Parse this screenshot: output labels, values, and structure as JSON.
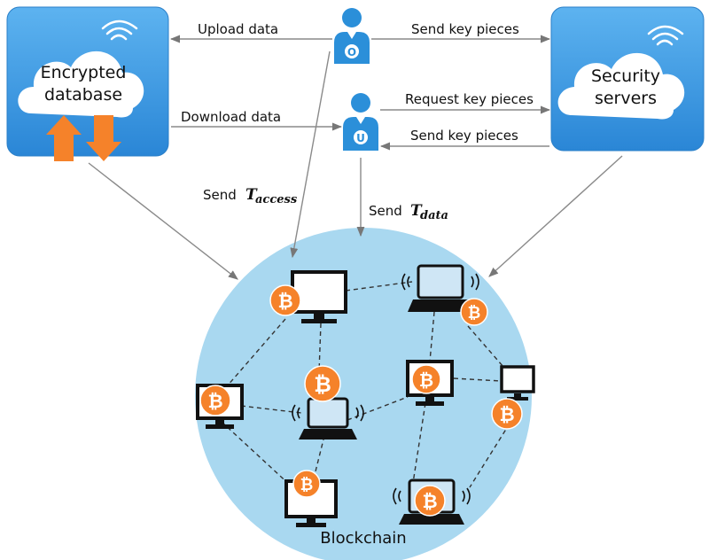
{
  "nodes": {
    "encrypted_db": {
      "line1": "Encrypted",
      "line2": "database"
    },
    "security_servers": {
      "line1": "Security",
      "line2": "servers"
    },
    "owner": {
      "badge": "O"
    },
    "user": {
      "badge": "U"
    },
    "blockchain": {
      "label": "Blockchain"
    }
  },
  "edges": {
    "upload": "Upload data",
    "download": "Download data",
    "send_key_top": "Send key pieces",
    "request_key": "Request key pieces",
    "send_key_bottom": "Send key pieces",
    "send_access_prefix": "Send",
    "send_access_T": "T",
    "send_access_sub": "access",
    "send_data_prefix": "Send",
    "send_data_T": "T",
    "send_data_sub": "data"
  },
  "colors": {
    "cloud_box": "#3a9be6",
    "person": "#2b8fd9",
    "blockchain_circle": "#a9d8f0",
    "bitcoin": "#f5822a",
    "arrow_orange": "#f5822a"
  },
  "icons": {
    "bitcoin": "bitcoin-icon",
    "desktop": "desktop-monitor-icon",
    "laptop": "laptop-icon",
    "person": "person-icon",
    "cloud": "cloud-icon",
    "wifi": "wifi-icon"
  }
}
